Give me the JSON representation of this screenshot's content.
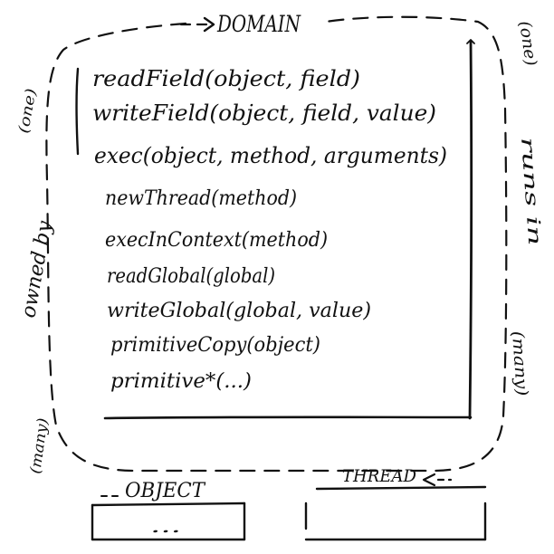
{
  "domain": {
    "title": "DOMAIN",
    "operations": [
      "readField(object, field)",
      "writeField(object, field, value)",
      "exec(object, method, arguments)",
      "newThread(method)",
      "execInContext(method)",
      "readGlobal(global)",
      "writeGlobal(global, value)",
      "primitiveCopy(object)",
      "primitive*(...)"
    ]
  },
  "relations": {
    "owned_by": {
      "label": "owned by",
      "domain_end": "(one)",
      "object_end": "(many)"
    },
    "runs_in": {
      "label": "runs in",
      "domain_end": "(one)",
      "thread_end": "(many)"
    }
  },
  "entities": {
    "object": {
      "title": "OBJECT",
      "content": "..."
    },
    "thread": {
      "title": "THREAD",
      "content": ""
    }
  }
}
